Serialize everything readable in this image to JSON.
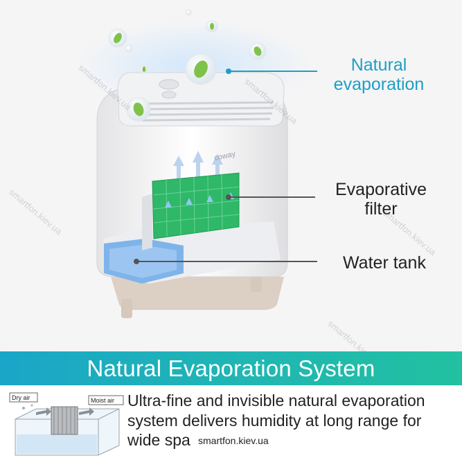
{
  "callouts": {
    "natural_line1": "Natural",
    "natural_line2": "evaporation",
    "filter_line1": "Evaporative",
    "filter_line2": "filter",
    "tank": "Water tank"
  },
  "device": {
    "brand": "coway"
  },
  "banner": {
    "title": "Natural Evaporation System"
  },
  "inset": {
    "dry_label": "Dry air",
    "moist_label": "Moist air"
  },
  "description": {
    "line1": "Ultra-fine and invisible natural evaporation",
    "line2": "system delivers humidity at long range for",
    "line3": "wide spa"
  },
  "watermark": "smartfon.kiev.ua",
  "colors": {
    "accent": "#1d9fc4",
    "banner_start": "#1aa6c8",
    "banner_end": "#22c1a1",
    "filter_green": "#2eb868"
  }
}
